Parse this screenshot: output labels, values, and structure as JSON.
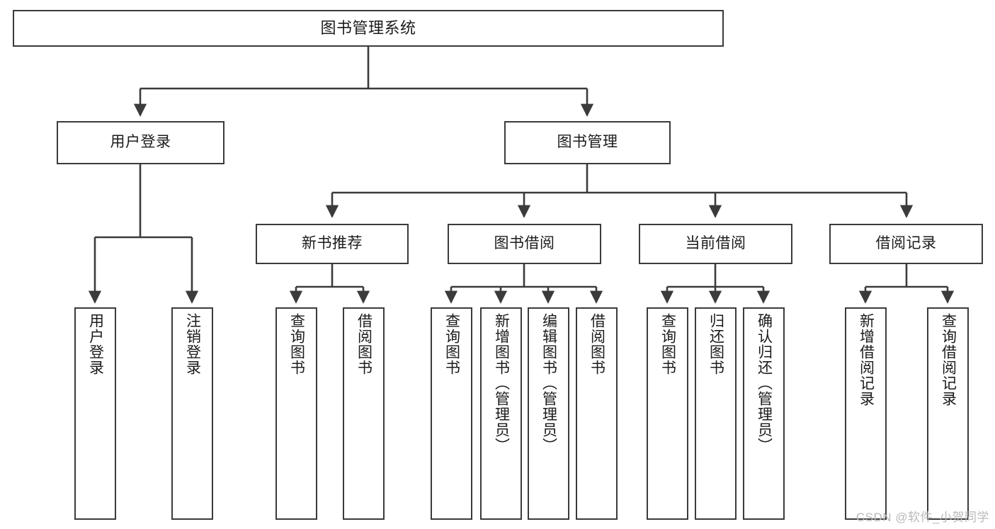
{
  "diagram": {
    "title": "图书管理系统",
    "type": "tree-hierarchy",
    "watermark": "CSDN @软件_小贺同学",
    "colors": {
      "background": "#ffffff",
      "node_border": "#3b3b3b",
      "node_fill": "#ffffff",
      "edge": "#3b3b3b",
      "text": "#1b1b1b",
      "watermark": "#b9b9b9"
    },
    "nodes": {
      "root": {
        "label": "图书管理系统"
      },
      "level2": [
        {
          "id": "user-login",
          "label": "用户登录"
        },
        {
          "id": "book-manage",
          "label": "图书管理"
        }
      ],
      "level3": [
        {
          "id": "new-book-recommend",
          "label": "新书推荐"
        },
        {
          "id": "book-borrow",
          "label": "图书借阅"
        },
        {
          "id": "current-borrow",
          "label": "当前借阅"
        },
        {
          "id": "borrow-record",
          "label": "借阅记录"
        }
      ],
      "leaves": [
        {
          "id": "leaf-user-login",
          "label": "用户登录",
          "parent": "user-login"
        },
        {
          "id": "leaf-logout",
          "label": "注销登录",
          "parent": "user-login"
        },
        {
          "id": "leaf-query-book-1",
          "label": "查询图书",
          "parent": "new-book-recommend"
        },
        {
          "id": "leaf-borrow-book-1",
          "label": "借阅图书",
          "parent": "new-book-recommend"
        },
        {
          "id": "leaf-query-book-2",
          "label": "查询图书",
          "parent": "book-borrow"
        },
        {
          "id": "leaf-add-book",
          "label": "新增图书（管理员）",
          "parent": "book-borrow"
        },
        {
          "id": "leaf-edit-book",
          "label": "编辑图书（管理员）",
          "parent": "book-borrow"
        },
        {
          "id": "leaf-borrow-book-2",
          "label": "借阅图书",
          "parent": "book-borrow"
        },
        {
          "id": "leaf-query-book-3",
          "label": "查询图书",
          "parent": "current-borrow"
        },
        {
          "id": "leaf-return-book",
          "label": "归还图书",
          "parent": "current-borrow"
        },
        {
          "id": "leaf-confirm-return",
          "label": "确认归还（管理员）",
          "parent": "current-borrow"
        },
        {
          "id": "leaf-add-record",
          "label": "新增借阅记录",
          "parent": "borrow-record"
        },
        {
          "id": "leaf-query-record",
          "label": "查询借阅记录",
          "parent": "borrow-record"
        }
      ]
    }
  }
}
